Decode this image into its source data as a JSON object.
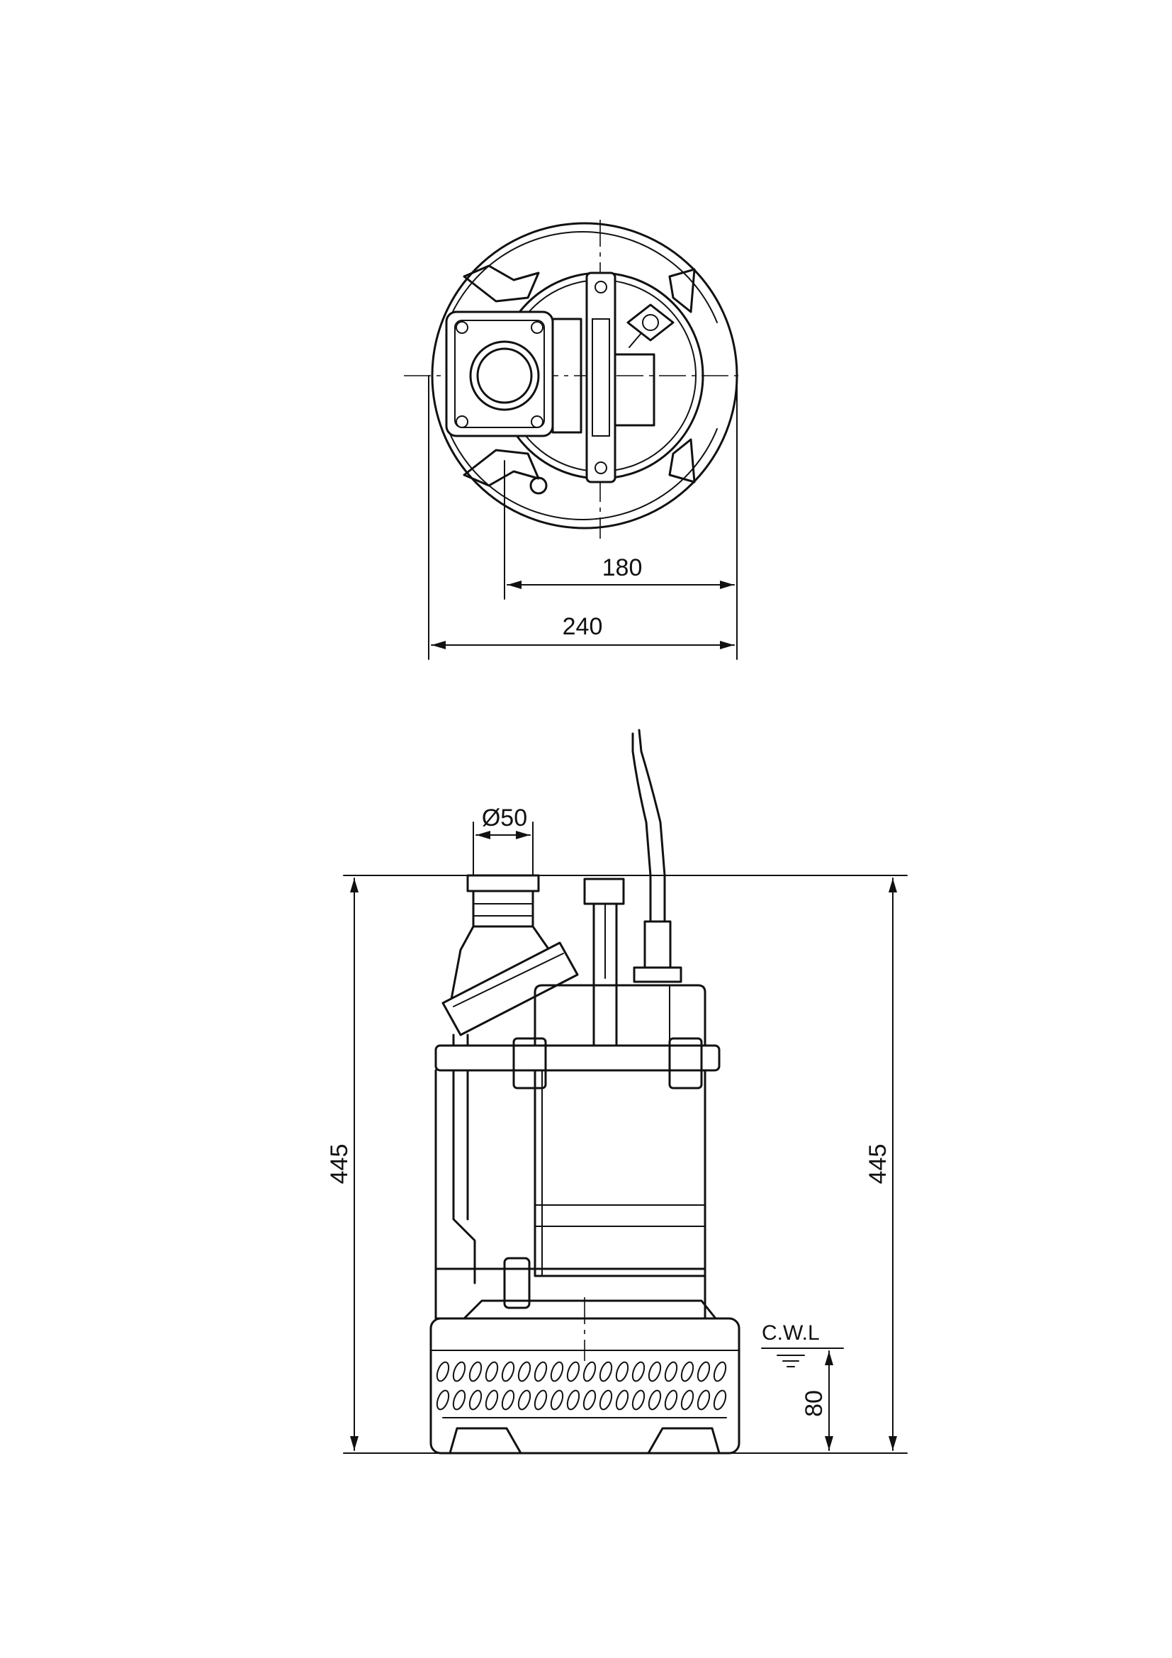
{
  "top_view": {
    "dim_inner": "180",
    "dim_outer": "240"
  },
  "side_view": {
    "dim_outlet": "Ø50",
    "dim_height_left": "445",
    "dim_height_right": "445",
    "water_level_label": "C.W.L",
    "dim_water_level": "80"
  },
  "colors": {
    "line": "#111111",
    "background": "#ffffff"
  }
}
